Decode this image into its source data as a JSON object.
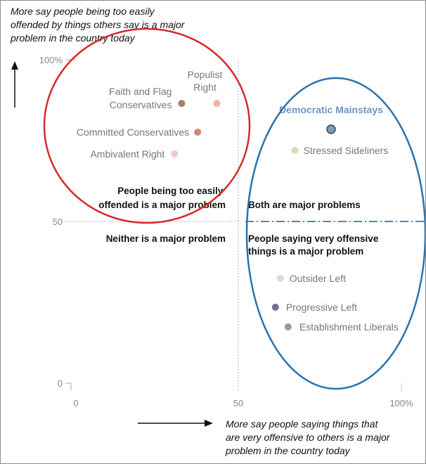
{
  "chart_data": {
    "type": "scatter",
    "ylabel": [
      "More say people being too easily",
      "offended by things others say is a major",
      "problem in the country today"
    ],
    "xlabel": [
      "More say people saying things that",
      "are very offensive to others is a major",
      "problem in the country today"
    ],
    "xlim": [
      0,
      100
    ],
    "ylim": [
      0,
      100
    ],
    "x_ticks": [
      "0",
      "50",
      "100%"
    ],
    "y_ticks": [
      "0",
      "50",
      "100%"
    ],
    "quadrant_labels": {
      "top_left": [
        "People being too easily",
        "offended is a major problem"
      ],
      "top_right": "Both are major problems",
      "bottom_left": "Neither is a major problem",
      "bottom_right": [
        "People saying very offensive",
        "things is a major problem"
      ]
    },
    "points": [
      {
        "name": [
          "Faith and Flag",
          "Conservatives"
        ],
        "x": 32.5,
        "y": 86.5,
        "color": "#b07a68"
      },
      {
        "name": [
          "Populist",
          "Right"
        ],
        "x": 43.3,
        "y": 86.5,
        "color": "#eab3a6"
      },
      {
        "name": [
          "Committed Conservatives"
        ],
        "x": 37.4,
        "y": 77.6,
        "color": "#d08a70"
      },
      {
        "name": [
          "Ambivalent Right"
        ],
        "x": 30.3,
        "y": 70.9,
        "color": "#f1cbc4"
      },
      {
        "name": [
          "Democratic Mainstays"
        ],
        "x": 78.4,
        "y": 78.5,
        "color": "#7b9cbd"
      },
      {
        "name": [
          "Stressed Sideliners"
        ],
        "x": 67.3,
        "y": 72.0,
        "color": "#d6dfb8"
      },
      {
        "name": [
          "Outsider Left"
        ],
        "x": 62.8,
        "y": 32.4,
        "color": "#d3dbe6"
      },
      {
        "name": [
          "Progressive Left"
        ],
        "x": 61.3,
        "y": 23.5,
        "color": "#6e7585"
      },
      {
        "name": [
          "Establishment Liberals"
        ],
        "x": 65.2,
        "y": 17.4,
        "color": "#9199ad"
      }
    ],
    "highlight_color_red": "#d42a2a",
    "highlight_color_blue": "#2a73ad"
  }
}
